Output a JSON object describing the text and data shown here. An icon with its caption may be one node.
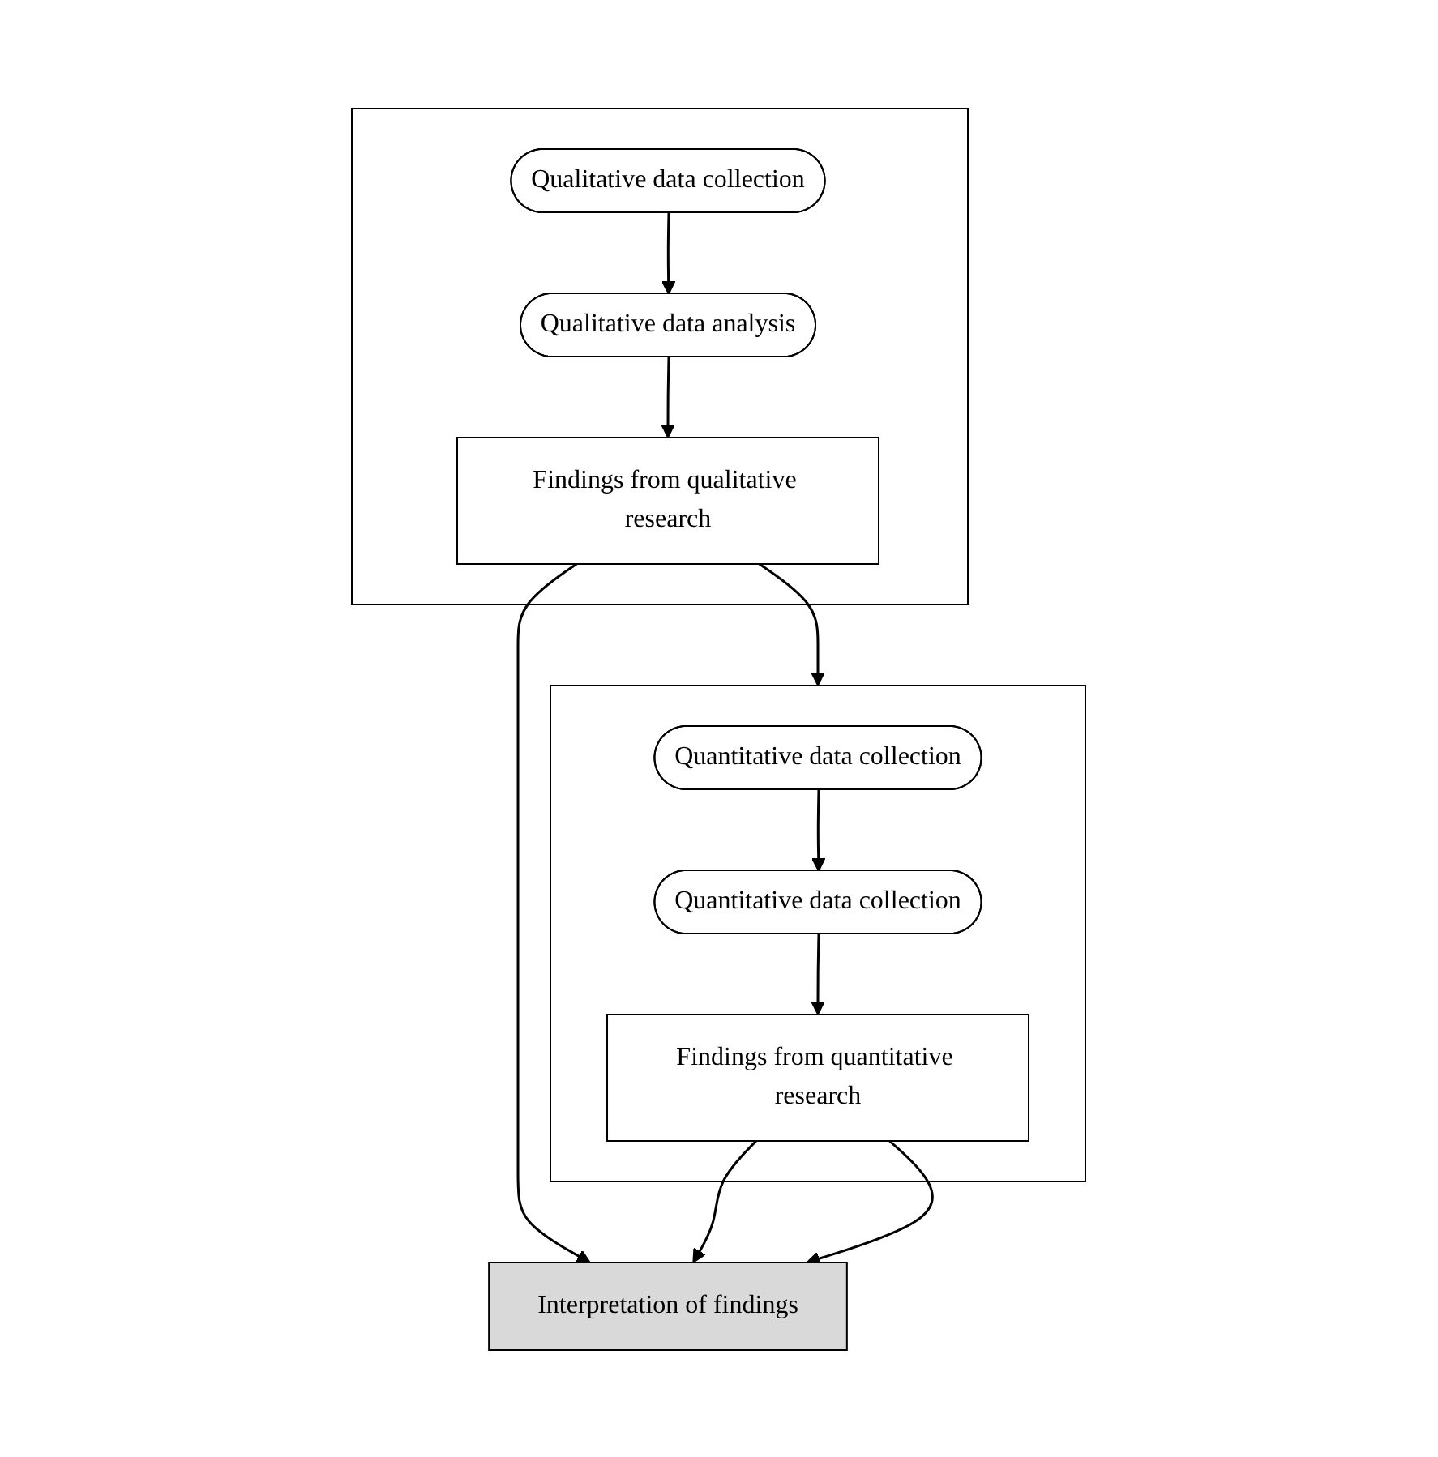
{
  "diagram": {
    "nodes": [
      {
        "text": [],
        "shape": "box"
      },
      {
        "text": [
          "Qualitative data collection"
        ],
        "in": 0
      },
      {
        "text": [
          "Qualitative data analysis"
        ],
        "in": 0
      },
      {
        "text": [
          "Findings from qualitative research"
        ],
        "in": 0
      },
      {
        "text": [],
        "shape": "box"
      },
      {
        "text": [
          "Quantitative data collection"
        ],
        "in": 4
      },
      {
        "text": [
          "Quantitative data collection"
        ],
        "in": 4
      },
      {
        "text": [
          "Findings from quantitative research"
        ],
        "in": 4
      },
      {
        "text": [
          "Interpretation of findings"
        ]
      }
    ],
    "edges": [
      {
        "from": 1,
        "to": 2,
        "arrow": "to"
      },
      {
        "from": 2,
        "to": 3,
        "arrow": "to"
      },
      {
        "from": 3,
        "to": 4,
        "arrow": "to"
      },
      {
        "from": 5,
        "to": 6,
        "arrow": "to"
      },
      {
        "from": 6,
        "to": 7,
        "arrow": "to"
      },
      {
        "from": 7,
        "to": 8,
        "arrow": "to"
      },
      {
        "from": 3,
        "to": 8,
        "arrow": "to"
      },
      {
        "from": 7,
        "to": 8,
        "arrow": "to"
      }
    ]
  }
}
